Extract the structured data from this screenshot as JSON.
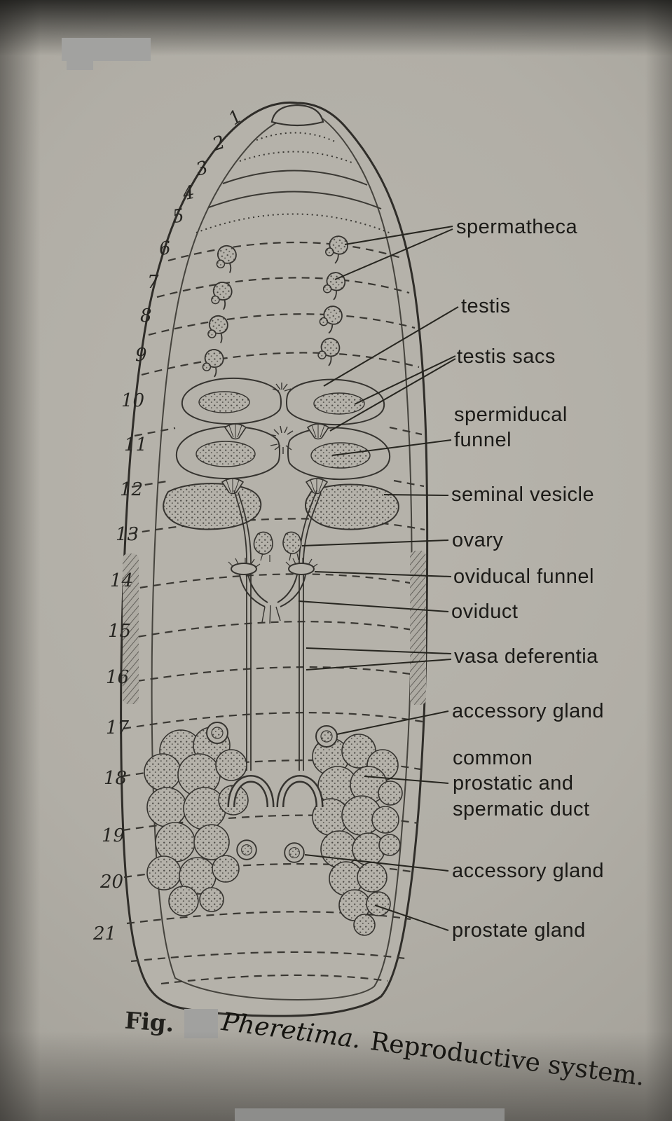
{
  "caption": {
    "fig": "Fig.",
    "species": "Pheretima.",
    "rest": "Reproductive system."
  },
  "segments": [
    "1",
    "2",
    "3",
    "4",
    "5",
    "6",
    "7",
    "8",
    "9",
    "10",
    "11",
    "12",
    "13",
    "14",
    "15",
    "16",
    "17",
    "18",
    "19",
    "20",
    "21"
  ],
  "labels": {
    "spermatheca": "spermatheca",
    "testis": "testis",
    "testis_sacs": "testis sacs",
    "spermiducal_funnel": "spermiducal\nfunnel",
    "seminal_vesicle": "seminal vesicle",
    "ovary": "ovary",
    "oviducal_funnel": "oviducal funnel",
    "oviduct": "oviduct",
    "vasa_deferentia": "vasa deferentia",
    "accessory_gland_upper": "accessory gland",
    "common_prostatic_and_spermatic_duct": "common\nprostatic and\nspermatic duct",
    "accessory_gland_lower": "accessory gland",
    "prostate_gland": "prostate gland"
  },
  "colors": {
    "paper": "#b1aea6",
    "ink": "#2e2c28",
    "redaction_gray": "#a1a19f"
  }
}
